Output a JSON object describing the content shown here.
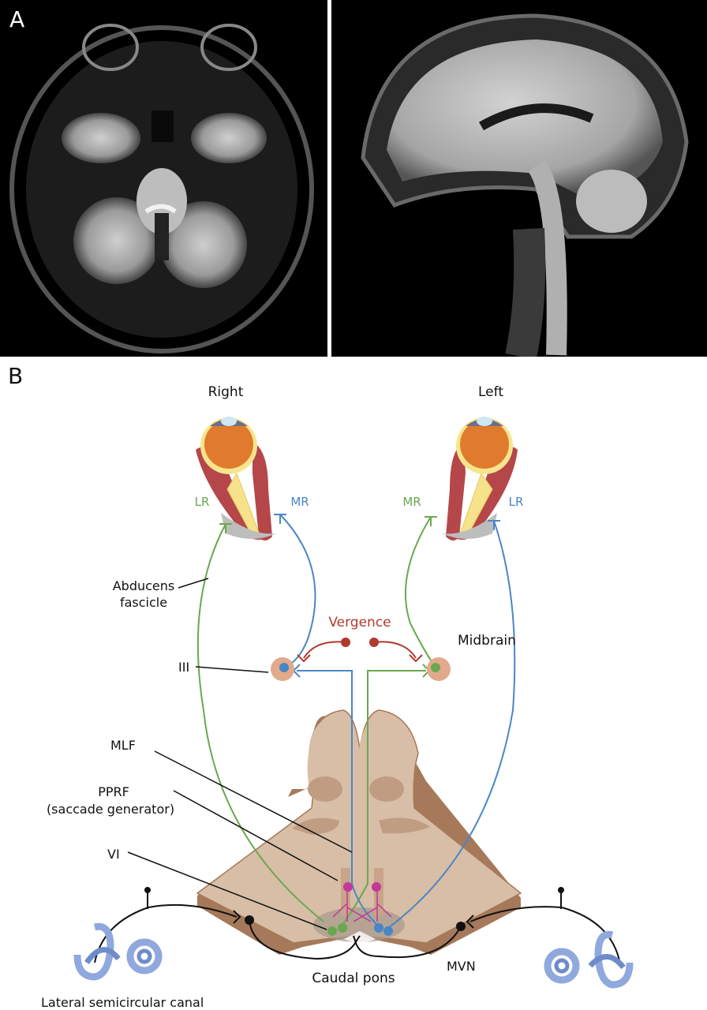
{
  "panel_a": {
    "letter": "A"
  },
  "panel_b": {
    "letter": "B",
    "eye_right": "Right",
    "eye_left": "Left",
    "lr_right": "LR",
    "mr_right": "MR",
    "mr_left": "MR",
    "lr_left": "LR",
    "abducens_line1": "Abducens",
    "abducens_line2": "fascicle",
    "vergence": "Vergence",
    "midbrain": "Midbrain",
    "iii": "III",
    "mlf": "MLF",
    "pprf_line1": "PPRF",
    "pprf_line2": "(saccade generator)",
    "vi": "VI",
    "caudal_pons": "Caudal pons",
    "mvn": "MVN",
    "lateral_canal": "Lateral semicircular canal"
  },
  "colors": {
    "abducens_green": "#6aa84f",
    "oculomotor_blue": "#4a86c5",
    "vergence_red": "#b03a2e",
    "pprf_magenta": "#c2389a",
    "nucleus_peach": "#e2a98b",
    "pons_tan": "#d8bea6",
    "muscle_red": "#b5474a",
    "canal_blue": "#8fa8dd"
  }
}
